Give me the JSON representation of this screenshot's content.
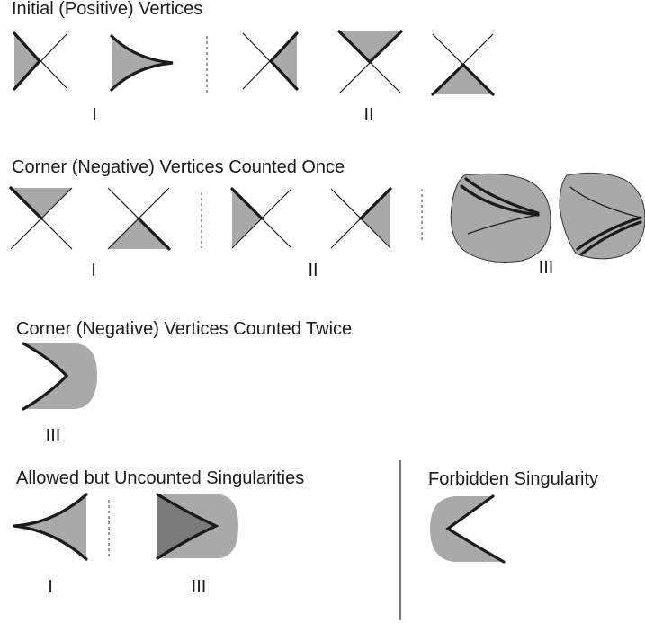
{
  "captions": {
    "initial": "Initial (Positive) Vertices",
    "once": "Corner (Negative) Vertices Counted Once",
    "twice": "Corner (Negative) Vertices Counted Twice",
    "allowed": "Allowed but Uncounted Singularities",
    "forbidden": "Forbidden Singularity"
  },
  "labels": {
    "initial_1": "I",
    "initial_2": "II",
    "once_1": "I",
    "once_2": "II",
    "once_3": "III",
    "twice_3": "III",
    "allowed_1": "I",
    "allowed_3": "III"
  },
  "colors": {
    "shade": "#a9a9a9",
    "shade_dark": "#7a7a7a",
    "ink": "#1a1a1a"
  }
}
